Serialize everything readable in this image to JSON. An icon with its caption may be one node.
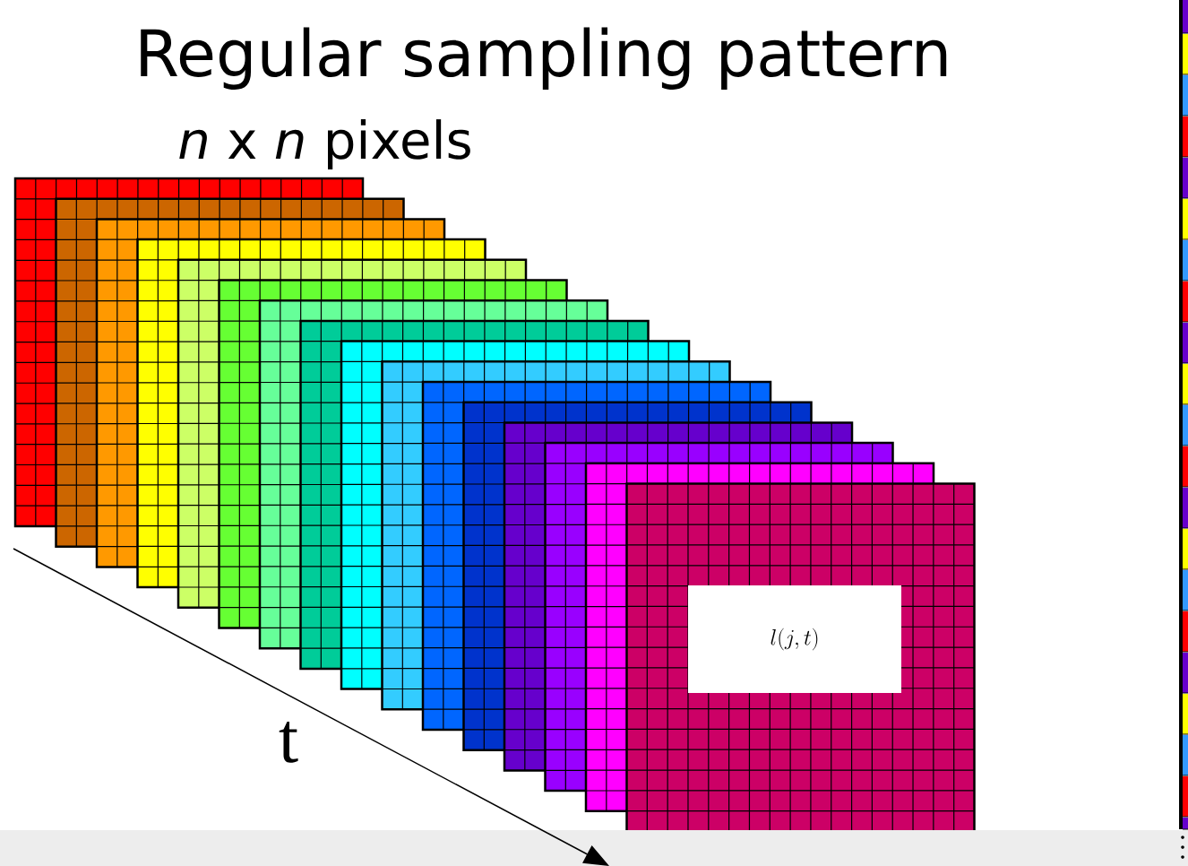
{
  "diagram": {
    "title": "Regular sampling pattern",
    "labels": [
      "*n* x *n* pixels",
      "l(j,t)",
      "t"
    ]
  }
}
